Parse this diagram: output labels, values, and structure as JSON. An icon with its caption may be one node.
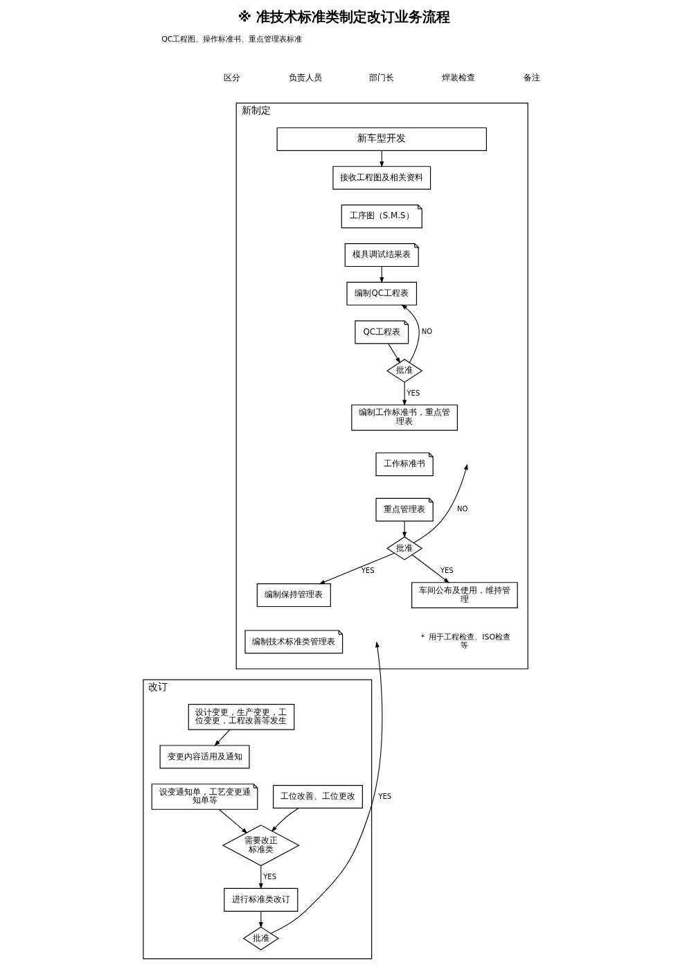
{
  "diagram": {
    "title": "※ 准技术标准类制定改订业务流程",
    "nodes": [
      {
        "text": [
          "新制定"
        ]
      },
      {
        "text": [
          "新车型开发"
        ],
        "in": 0
      },
      {
        "text": [
          "接收工程图及相关资料"
        ],
        "in": 0
      },
      {
        "text": [
          "工序图（S.M.S）"
        ],
        "in": 0
      },
      {
        "text": [
          "模具调试结果表"
        ],
        "in": 0
      },
      {
        "text": [
          "编制QC工程表"
        ],
        "in": 0
      },
      {
        "text": [
          "QC工程表"
        ],
        "in": 0
      },
      {
        "text": [
          "批准"
        ],
        "in": 0
      },
      {
        "text": [
          "编制工作标准书，重点管理表"
        ],
        "in": 0
      },
      {
        "text": [
          "工作标准书"
        ],
        "in": 0
      },
      {
        "text": [
          "重点管理表"
        ],
        "in": 0
      },
      {
        "text": [
          "批准"
        ],
        "in": 0
      },
      {
        "text": [
          "编制保持管理表"
        ],
        "in": 0
      },
      {
        "text": [
          "编制技术标准类管理表"
        ],
        "in": 0
      },
      {
        "text": [
          "车间公布及使用，维持管理"
        ],
        "in": 0,
        "beside": [
          "＊ 用于工程检查、ISO检查等"
        ]
      },
      {
        "text": [
          "改订"
        ]
      },
      {
        "text": [
          "设计变更，生产变更，工位变更，工程改善等发生"
        ],
        "in": 15
      },
      {
        "text": [
          "变更内容适用及通知"
        ],
        "in": 15
      },
      {
        "text": [
          "设变通知单，工艺变更通知单等"
        ],
        "in": 15
      },
      {
        "text": [
          "工位改善、工位更改"
        ],
        "in": 15
      },
      {
        "text": [
          "需要改正标准类"
        ],
        "in": 15
      },
      {
        "text": [
          "进行标准类改订"
        ],
        "in": 15
      },
      {
        "text": [
          "批准"
        ],
        "in": 15
      }
    ],
    "edges": [
      {
        "from": 1,
        "to": 2,
        "arrow": "to"
      },
      {
        "from": 4,
        "to": 5,
        "arrow": "to"
      },
      {
        "from": 7,
        "to": 5,
        "arrow": "to",
        "label": "NO"
      },
      {
        "from": 6,
        "to": 7,
        "arrow": "to"
      },
      {
        "from": 7,
        "to": 8,
        "arrow": "to",
        "label": "YES"
      },
      {
        "from": 10,
        "to": 11,
        "arrow": "to"
      },
      {
        "from": 11,
        "to": null,
        "arrow": "to",
        "label": "NO"
      },
      {
        "from": 11,
        "to": 12,
        "arrow": "to",
        "label": "YES"
      },
      {
        "from": 11,
        "to": 14,
        "arrow": "to",
        "label": "YES"
      },
      {
        "from": 16,
        "to": 17,
        "arrow": "to"
      },
      {
        "from": 18,
        "to": 20,
        "arrow": "to"
      },
      {
        "from": 19,
        "to": 20,
        "arrow": "to"
      },
      {
        "from": 20,
        "to": 21,
        "arrow": "to",
        "label": "YES"
      },
      {
        "from": 21,
        "to": 22,
        "arrow": "to"
      },
      {
        "from": 22,
        "to": null,
        "arrow": "to",
        "label": "YES"
      }
    ],
    "labels": [
      "QC工程图、操作标准书、重点管理表标准",
      "区分",
      "负责人员",
      "部门长",
      "焊装检查",
      "备注"
    ]
  }
}
